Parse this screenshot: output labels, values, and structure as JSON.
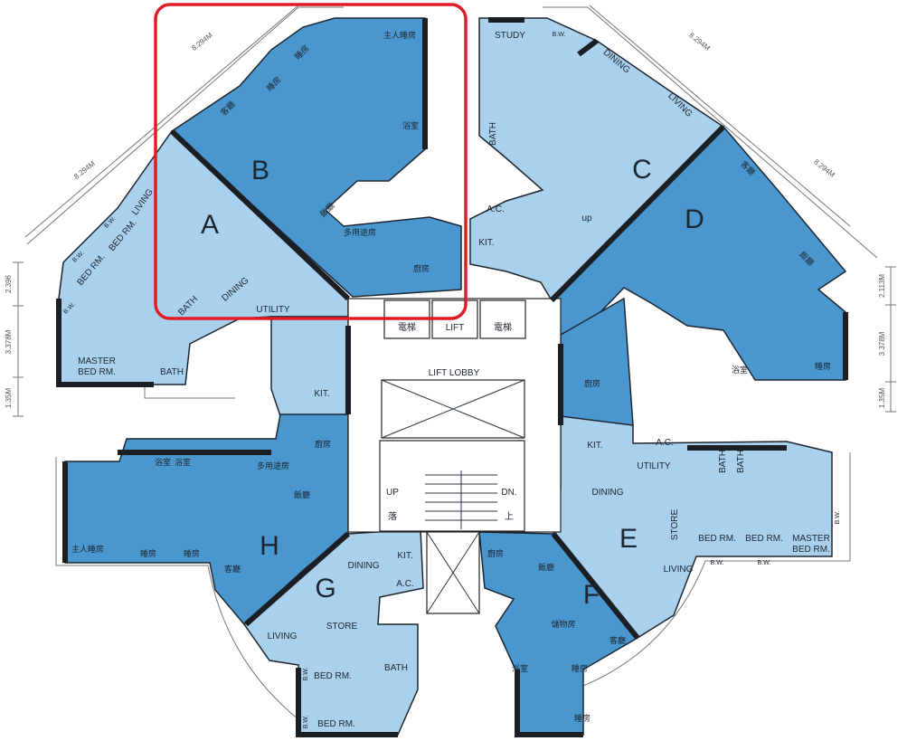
{
  "units": {
    "a": "A",
    "b": "B",
    "c": "C",
    "d": "D",
    "e": "E",
    "f": "F",
    "g": "G",
    "h": "H"
  },
  "rooms_en": {
    "living": "LIVING",
    "dining": "DINING",
    "bed_rm": "BED RM.",
    "master_bed": "MASTER",
    "master_bed2": "BED RM.",
    "bath": "BATH",
    "utility": "UTILITY",
    "kit": "KIT.",
    "study": "STUDY",
    "store": "STORE",
    "ac": "A.C.",
    "bw": "B.W.",
    "up_lower": "up"
  },
  "rooms_cn": {
    "master_bedroom": "主人睡房",
    "bedroom": "睡房",
    "living": "客廳",
    "dining": "飯廳",
    "kitchen": "廚房",
    "multi_room": "多用途房",
    "bath": "浴室",
    "store": "儲物房"
  },
  "core": {
    "lift_cn": "電梯",
    "lift": "LIFT",
    "lobby": "LIFT LOBBY",
    "up": "UP",
    "dn": "DN.",
    "down_cn": "落",
    "up_cn": "上"
  },
  "dimensions": {
    "diag": "8.294M",
    "left_top": "2.396",
    "left_mid": "3.378M",
    "left_bot": "1.35M",
    "right_top": "2.113M",
    "right_mid": "3.378M",
    "right_bot": "1.35M"
  },
  "highlight_color": "#e01b24"
}
